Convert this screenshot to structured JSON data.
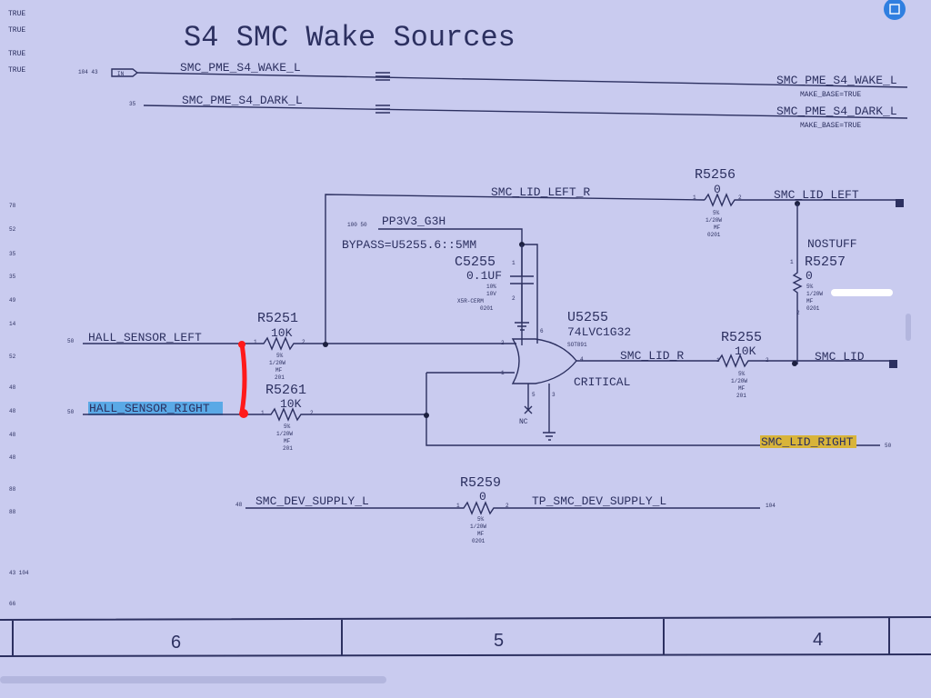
{
  "title": "S4 SMC Wake Sources",
  "left_flags": [
    "TRUE",
    "TRUE",
    "TRUE",
    "TRUE"
  ],
  "left_margin_refs": [
    "78",
    "52",
    "35",
    "35",
    "49",
    "14",
    "52",
    "48",
    "48",
    "48",
    "48",
    "88",
    "88",
    "43 104",
    "66"
  ],
  "nets": {
    "wake": {
      "name": "SMC_PME_S4_WAKE_L",
      "refs": "104 43",
      "port": "IN",
      "attr": "MAKE_BASE=TRUE"
    },
    "dark": {
      "name": "SMC_PME_S4_DARK_L",
      "refs": "35",
      "attr": "MAKE_BASE=TRUE"
    },
    "lid_left_r": "SMC_LID_LEFT_R",
    "lid_left": "SMC_LID_LEFT",
    "pp3v3": {
      "name": "PP3V3_G3H",
      "refs": "100 50"
    },
    "bypass": "BYPASS=U5255.6::5MM",
    "hall_left": {
      "name": "HALL_SENSOR_LEFT",
      "ref": "50"
    },
    "hall_right": {
      "name": "HALL_SENSOR_RIGHT",
      "ref": "50"
    },
    "lid_r": "SMC_LID_R",
    "lid": "SMC_LID",
    "lid_right": {
      "name": "SMC_LID_RIGHT",
      "ref": "50"
    },
    "dev_supply": {
      "name": "SMC_DEV_SUPPLY_L",
      "ref": "48"
    },
    "tp_dev_supply": {
      "name": "TP_SMC_DEV_SUPPLY_L",
      "ref": "104"
    }
  },
  "components": {
    "r5256": {
      "ref": "R5256",
      "value": "0",
      "tol": "5%",
      "power": "1/20W",
      "type": "MF",
      "pkg": "0201"
    },
    "r5257": {
      "ref": "R5257",
      "value": "0",
      "tol": "5%",
      "power": "1/20W",
      "type": "MF",
      "pkg": "0201",
      "note": "NOSTUFF"
    },
    "r5251": {
      "ref": "R5251",
      "value": "10K",
      "tol": "5%",
      "power": "1/20W",
      "type": "MF",
      "pkg": "201"
    },
    "r5261": {
      "ref": "R5261",
      "value": "10K",
      "tol": "5%",
      "power": "1/20W",
      "type": "MF",
      "pkg": "201"
    },
    "r5255": {
      "ref": "R5255",
      "value": "10K",
      "tol": "5%",
      "power": "1/20W",
      "type": "MF",
      "pkg": "201"
    },
    "r5259": {
      "ref": "R5259",
      "value": "0",
      "tol": "5%",
      "power": "1/20W",
      "type": "MF",
      "pkg": "0201"
    },
    "c5255": {
      "ref": "C5255",
      "value": "0.1UF",
      "tol": "10%",
      "voltage": "10V",
      "type": "X5R-CERM",
      "pkg": "0201"
    },
    "u5255": {
      "ref": "U5255",
      "part": "74LVC1G32",
      "pkg": "SOT891",
      "note": "CRITICAL",
      "nc": "NC"
    }
  },
  "pins": {
    "p1": "1",
    "p2": "2",
    "p3": "3",
    "p4": "4",
    "p5": "5",
    "p6": "6"
  },
  "zone_cells": [
    "6",
    "5",
    "4"
  ],
  "colors": {
    "background": "#c9cbef",
    "line": "#2c3060",
    "highlight_blue": "#5aa9e6",
    "highlight_yellow": "#d8b43a",
    "annotation_red": "#ff1a1a",
    "badge": "#2f7fe0"
  }
}
